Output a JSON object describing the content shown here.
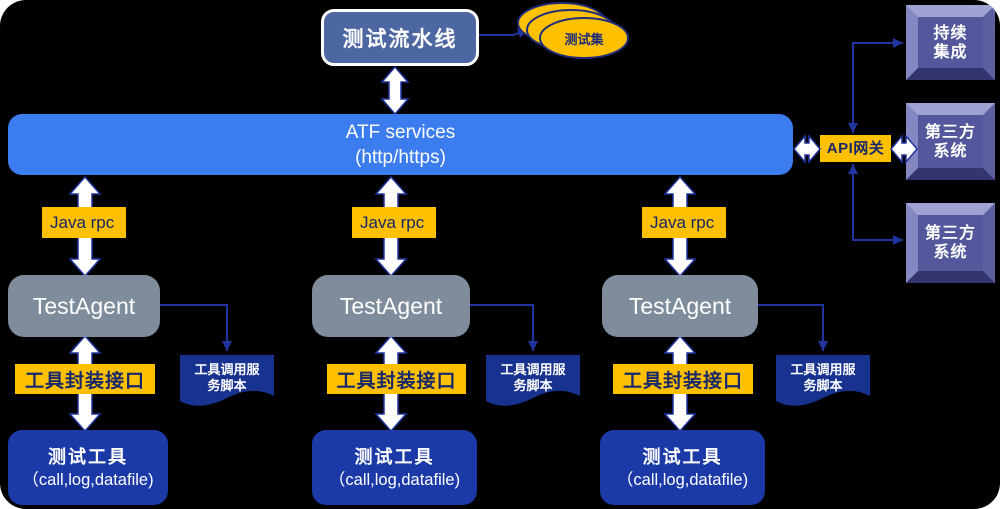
{
  "pipeline": {
    "label": "测试流水线"
  },
  "dataset": {
    "label": "测试集"
  },
  "atf": {
    "line1": "ATF services",
    "line2": "(http/https)"
  },
  "gateway": {
    "label": "API网关"
  },
  "right_systems": [
    {
      "line1": "持续",
      "line2": "集成"
    },
    {
      "line1": "第三方",
      "line2": "系统"
    },
    {
      "line1": "第三方",
      "line2": "系统"
    }
  ],
  "columns": [
    {
      "rpc": "Java rpc",
      "agent": "TestAgent",
      "interface": "工具封装接口",
      "tool_title": "测试工具",
      "tool_subtitle": "（call,log,datafile)",
      "script_line1": "工具调用服",
      "script_line2": "务脚本"
    },
    {
      "rpc": "Java rpc",
      "agent": "TestAgent",
      "interface": "工具封装接口",
      "tool_title": "测试工具",
      "tool_subtitle": "（call,log,datafile)",
      "script_line1": "工具调用服",
      "script_line2": "务脚本"
    },
    {
      "rpc": "Java rpc",
      "agent": "TestAgent",
      "interface": "工具封装接口",
      "tool_title": "测试工具",
      "tool_subtitle": "（call,log,datafile)",
      "script_line1": "工具调用服",
      "script_line2": "务脚本"
    }
  ],
  "colors": {
    "background": "#000000",
    "banner_blue": "#3b7cee",
    "pipeline_fill": "#4d67a3",
    "agent_gray": "#7f8c9c",
    "accent_yellow": "#ffc000",
    "navy_box": "#1b3aa8",
    "navy_doc": "#17338f",
    "connector_navy": "#2134a0",
    "purple_panel": "#55579c"
  }
}
